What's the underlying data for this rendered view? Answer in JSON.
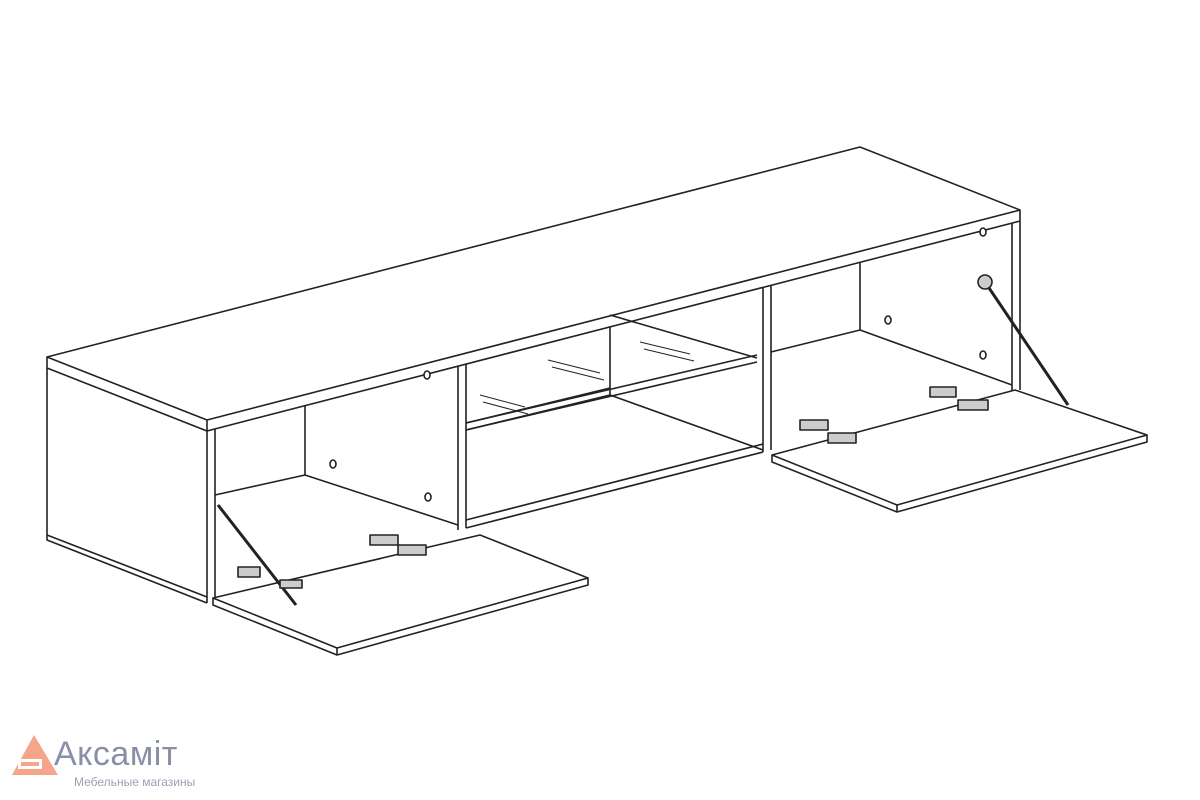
{
  "logo": {
    "name": "Аксамiт",
    "tagline": "Мебельные магазины",
    "color_mark": "#f4a58a",
    "color_text": "#8a8fa8"
  },
  "drawing": {
    "subject": "tv-cabinet-open-doors",
    "line_color": "#222222"
  }
}
